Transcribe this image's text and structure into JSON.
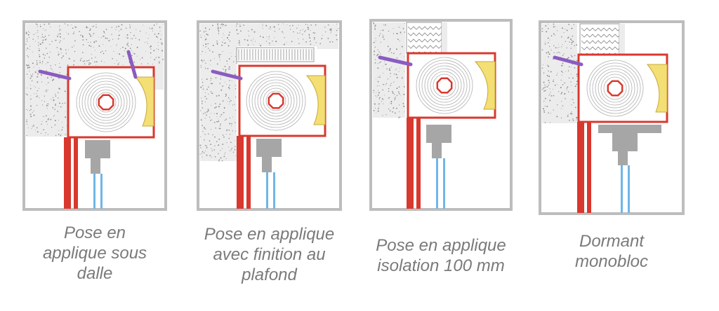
{
  "colors": {
    "frame_gray": "#bdbdbd",
    "concrete": "#ececec",
    "speckle": "#8c8c8c",
    "window_red": "#d9382e",
    "insulation_yellow": "#f3df74",
    "arrow_purple": "#8a5cc0",
    "glass_blue": "#6fb6e8",
    "gray_profile": "#a6a6a6",
    "caption_gray": "#7a7a7a"
  },
  "diagrams": [
    {
      "id": "d1",
      "caption": "Pose en\napplique sous\ndalle"
    },
    {
      "id": "d2",
      "caption": "Pose en applique\navec finition au\nplafond"
    },
    {
      "id": "d3",
      "caption": "Pose en applique\nisolation 100 mm"
    },
    {
      "id": "d4",
      "caption": "Dormant\nmonobloc"
    }
  ]
}
